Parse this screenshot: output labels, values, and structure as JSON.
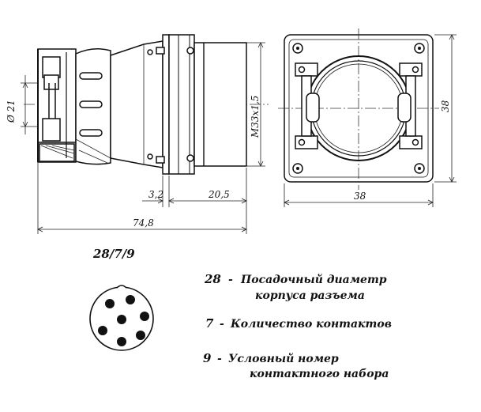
{
  "drawing": {
    "dims": {
      "diameter": "Ø 21",
      "thread": "M33x1,5",
      "d_3_2": "3,2",
      "d_20_5": "20,5",
      "d_74_8": "74,8",
      "sq_width": "38",
      "sq_height": "38"
    },
    "code": "28/7/9",
    "legend": [
      {
        "num": "28",
        "dash": "-",
        "line1": "Посадочный диаметр",
        "line2": "корпуса разъема"
      },
      {
        "num": "7",
        "dash": "-",
        "line1": "Количество контактов",
        "line2": ""
      },
      {
        "num": "9",
        "dash": "-",
        "line1": "Условный номер",
        "line2": "контактного набора"
      }
    ]
  }
}
